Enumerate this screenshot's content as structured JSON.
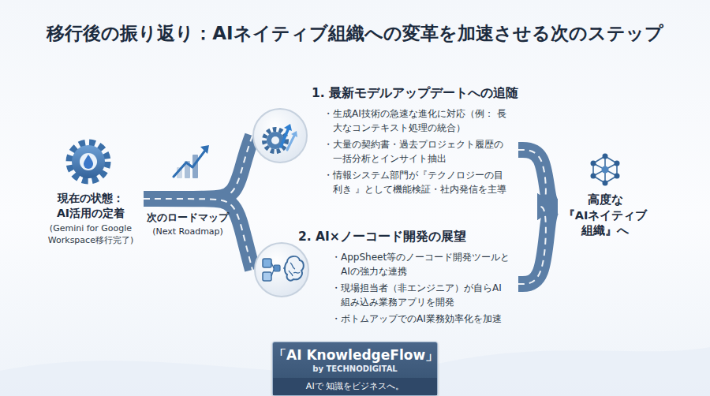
{
  "diagram": {
    "title": "移行後の振り返り：AIネイティブ組織への変革を加速させる次のステップ",
    "nodes": [
      {
        "text": [
          "現在の状態： AI活用の定着",
          "(Gemini for Google Workspace移行完了)"
        ]
      },
      {
        "text": [
          "1. 最新モデルアップデートへの追随",
          "・生成AI技術の急速な進化に対応（例： 長大なコンテキスト処理の統合）",
          "・大量の契約書・過去プロジェクト履歴の 一括分析とインサイト抽出",
          "・情報システム部門が『テクノロジーの目利き 』として機能検証・社内発信を主導"
        ]
      },
      {
        "text": [
          "2. AI×ノーコード開発の展望",
          "・AppSheet等のノーコード開発ツールと AIの強力な連携",
          "・現場担当者（非エンジニア）が自らAI 組み込み業務アプリを開発",
          "・ボトムアップでのAI業務効率化を加速"
        ]
      },
      {
        "text": [
          "高度な 『AIネイティブ 組織』へ"
        ]
      },
      {
        "text": [
          "「AI KnowledgeFlow」",
          "by TECHNODIGITAL",
          "AIで 知識をビジネスへ。"
        ]
      }
    ],
    "edges": [
      {
        "from": 0,
        "to": 1,
        "arrow": "none"
      },
      {
        "from": 0,
        "to": 2,
        "arrow": "none"
      },
      {
        "from": 1,
        "to": 3,
        "arrow": "to"
      },
      {
        "from": 2,
        "to": 3,
        "arrow": "to"
      }
    ],
    "labels": [
      "次のロードマップ",
      "(Next Roadmap)"
    ]
  }
}
